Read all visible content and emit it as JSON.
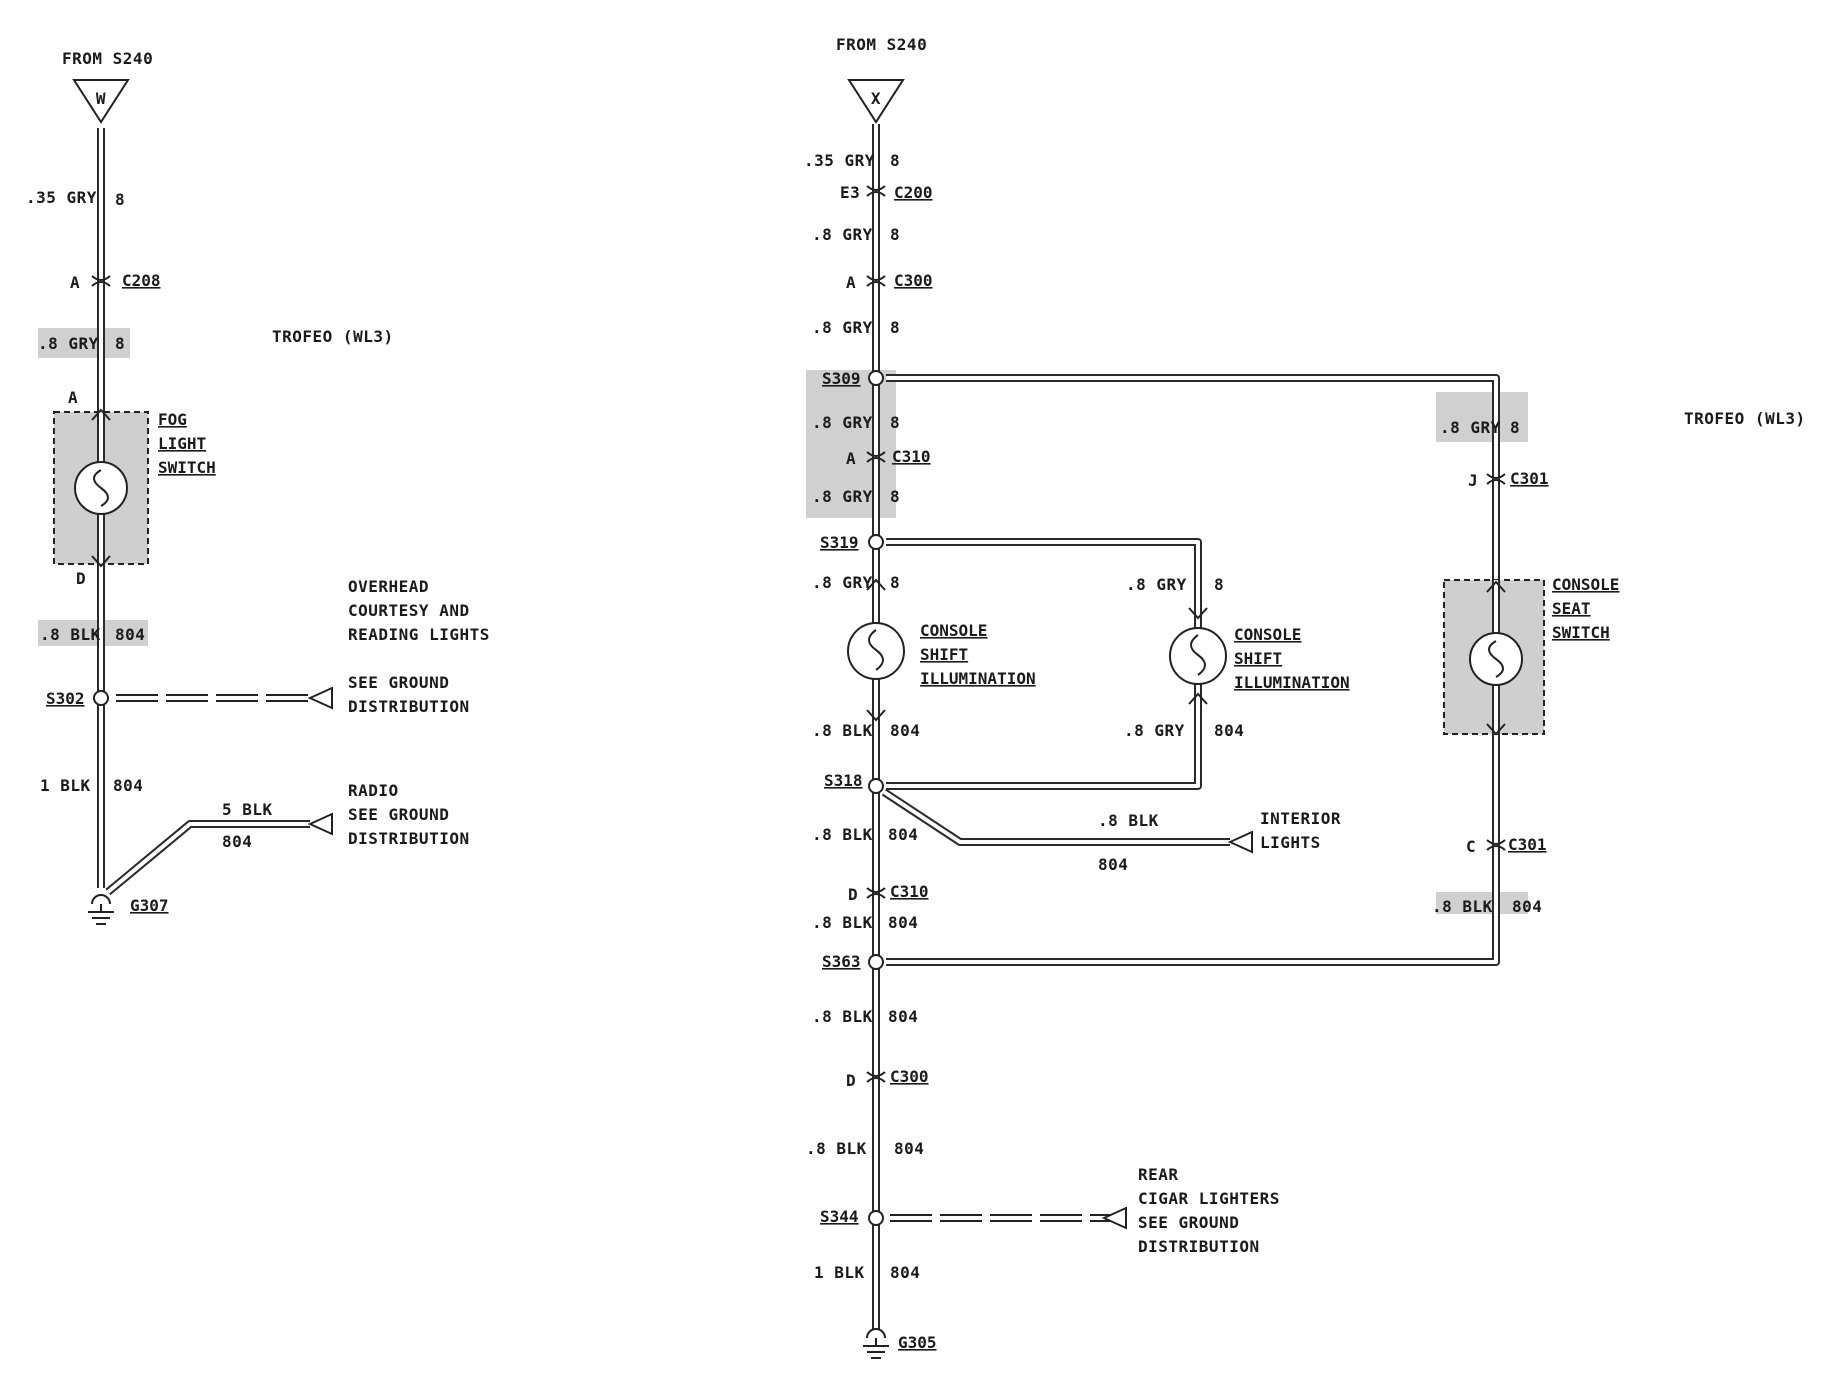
{
  "left": {
    "from": "FROM S240",
    "from_letter": "W",
    "trofeo": "TROFEO (WL3)",
    "w1_size": ".35 GRY",
    "w1_circ": "8",
    "c208_pin": "A",
    "c208": "C208",
    "w2_size": ".8 GRY",
    "w2_circ": "8",
    "fog_pin_top": "A",
    "fog_pin_bot": "D",
    "fog_l1": "FOG",
    "fog_l2": "LIGHT",
    "fog_l3": "SWITCH",
    "w3_size": ".8 BLK",
    "w3_circ": "804",
    "overhead_l1": "OVERHEAD",
    "overhead_l2": "COURTESY AND",
    "overhead_l3": "READING LIGHTS",
    "s302": "S302",
    "sg1_l1": "SEE GROUND",
    "sg1_l2": "DISTRIBUTION",
    "w4_size": "1 BLK",
    "w4_circ": "804",
    "radio_size": "5 BLK",
    "radio_circ": "804",
    "radio_l1": "RADIO",
    "radio_l2": "SEE GROUND",
    "radio_l3": "DISTRIBUTION",
    "g307": "G307"
  },
  "right": {
    "from": "FROM S240",
    "from_letter": "X",
    "trofeo": "TROFEO (WL3)",
    "a_size": ".35 GRY",
    "a_circ": "8",
    "c200_pin": "E3",
    "c200": "C200",
    "b_size": ".8 GRY",
    "b_circ": "8",
    "c300_pin": "A",
    "c300": "C300",
    "c_size": ".8 GRY",
    "c_circ": "8",
    "s309": "S309",
    "d_size": ".8 GRY",
    "d_circ": "8",
    "c310_pin": "A",
    "c310": "C310",
    "e_size": ".8 GRY",
    "e_circ": "8",
    "s319": "S319",
    "f_size": ".8 GRY",
    "f_circ": "8",
    "csi_l1": "CONSOLE",
    "csi_l2": "SHIFT",
    "csi_l3": "ILLUMINATION",
    "g_size": ".8 BLK",
    "g_circ": "804",
    "mid_size1": ".8 GRY",
    "mid_circ1": "8",
    "mid_l1": "CONSOLE",
    "mid_l2": "SHIFT",
    "mid_l3": "ILLUMINATION",
    "mid_size2": ".8 GRY",
    "mid_circ2": "804",
    "s318": "S318",
    "int_size": ".8 BLK",
    "int_circ": "804",
    "int_l1": "INTERIOR",
    "int_l2": "LIGHTS",
    "h_size": ".8 BLK",
    "h_circ": "804",
    "c310d_pin": "D",
    "c310d": "C310",
    "i_size": ".8 BLK",
    "i_circ": "804",
    "s363": "S363",
    "j_size": ".8 BLK",
    "j_circ": "804",
    "c300d_pin": "D",
    "c300d": "C300",
    "k_size": ".8 BLK",
    "k_circ": "804",
    "s344": "S344",
    "rear_l1": "REAR",
    "rear_l2": "CIGAR LIGHTERS",
    "rear_l3": "SEE GROUND",
    "rear_l4": "DISTRIBUTION",
    "l_size": "1 BLK",
    "l_circ": "804",
    "g305": "G305",
    "sw_size": ".8 GRY",
    "sw_circ": "8",
    "c301j_pin": "J",
    "c301j": "C301",
    "css_l1": "CONSOLE",
    "css_l2": "SEAT",
    "css_l3": "SWITCH",
    "c301c_pin": "C",
    "c301c": "C301",
    "sw2_size": ".8 BLK",
    "sw2_circ": "804"
  }
}
